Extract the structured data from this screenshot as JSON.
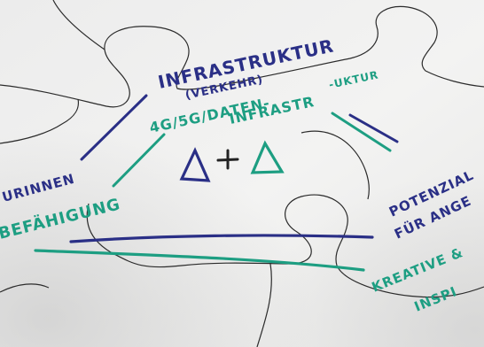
{
  "photo": {
    "subject": "handwritten notes on puzzle pieces",
    "colors": {
      "paper_light": "#f1f2f0",
      "paper_shadow": "#c9cac9",
      "puzzle_line": "#2b2b2b",
      "blue_marker": "#2a2f86",
      "teal_marker": "#1d9e82"
    }
  },
  "notes": {
    "infra_title": "INFRASTRUKTUR",
    "infra_sub": "(VERKEHR)",
    "net_line": "4G/5G/DATEN-",
    "infra_line": "INFRASTR",
    "infra_suffix": "-UKTUR",
    "delta_left": "Δ",
    "plus": "+",
    "delta_right": "Δ",
    "left_top": "URINNEN",
    "left_bottom": "BEFÄHIGUNG",
    "right_top": "POTENZIAL",
    "right_bottom": "FÜR ANGE",
    "right_teal_1": "KREATIVE &",
    "right_teal_2": "INSPI"
  }
}
